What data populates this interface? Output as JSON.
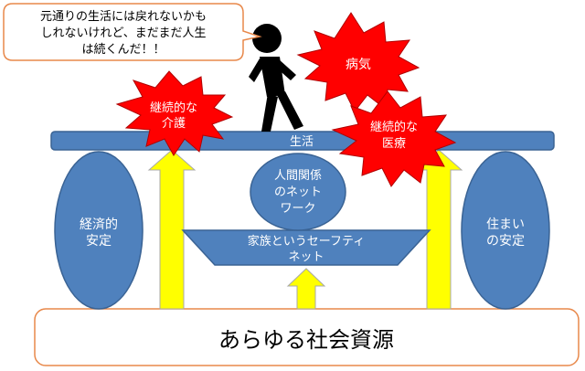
{
  "speech_bubble": {
    "lines": [
      "元通りの生活には戻れないかも",
      "しれないけれど、まだまだ人生",
      "は続くんだ！！"
    ]
  },
  "bursts": {
    "illness": [
      "病気"
    ],
    "ongoing_care": [
      "継続的な",
      "介護"
    ],
    "ongoing_medical": [
      "継続的な",
      "医療"
    ]
  },
  "platform": {
    "label": "生活"
  },
  "pillars": {
    "economic": [
      "経済的",
      "安定"
    ],
    "housing": [
      "住まい",
      "の安定"
    ]
  },
  "relationships": [
    "人間関係",
    "のネット",
    "ワーク"
  ],
  "family_net": [
    "家族というセーフティ",
    "ネット"
  ],
  "resources": {
    "label": "あらゆる社会資源"
  },
  "colors": {
    "blue": "#4F81BD",
    "blue_edge": "#3A6394",
    "arrow": "#FFFF00",
    "arrow_edge": "#A8A8A8",
    "burst": "#FF0000",
    "bubble_border": "#E8884A",
    "text_white": "#FFFFFF",
    "text_dark": "#000000"
  }
}
